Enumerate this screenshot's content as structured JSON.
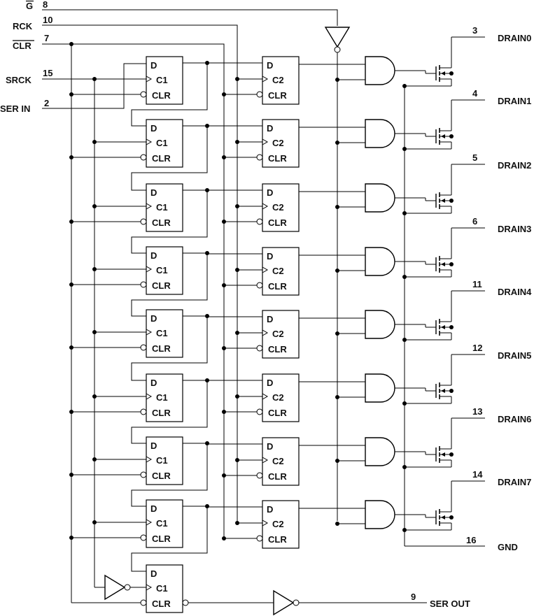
{
  "inputs": {
    "g": {
      "label": "G",
      "pin": "8"
    },
    "rck": {
      "label": "RCK",
      "pin": "10"
    },
    "clr": {
      "label": "CLR",
      "pin": "7"
    },
    "srck": {
      "label": "SRCK",
      "pin": "15"
    },
    "ser_in": {
      "label": "SER IN",
      "pin": "2"
    }
  },
  "shift_ff": {
    "d": "D",
    "clk": "C1",
    "clr": "CLR"
  },
  "latch_ff": {
    "d": "D",
    "clk": "C2",
    "clr": "CLR"
  },
  "drains": [
    {
      "label": "DRAIN0",
      "pin": "3"
    },
    {
      "label": "DRAIN1",
      "pin": "4"
    },
    {
      "label": "DRAIN2",
      "pin": "5"
    },
    {
      "label": "DRAIN3",
      "pin": "6"
    },
    {
      "label": "DRAIN4",
      "pin": "11"
    },
    {
      "label": "DRAIN5",
      "pin": "12"
    },
    {
      "label": "DRAIN6",
      "pin": "13"
    },
    {
      "label": "DRAIN7",
      "pin": "14"
    }
  ],
  "gnd": {
    "label": "GND",
    "pin": "16"
  },
  "ser_out": {
    "label": "SER OUT",
    "pin": "9"
  }
}
